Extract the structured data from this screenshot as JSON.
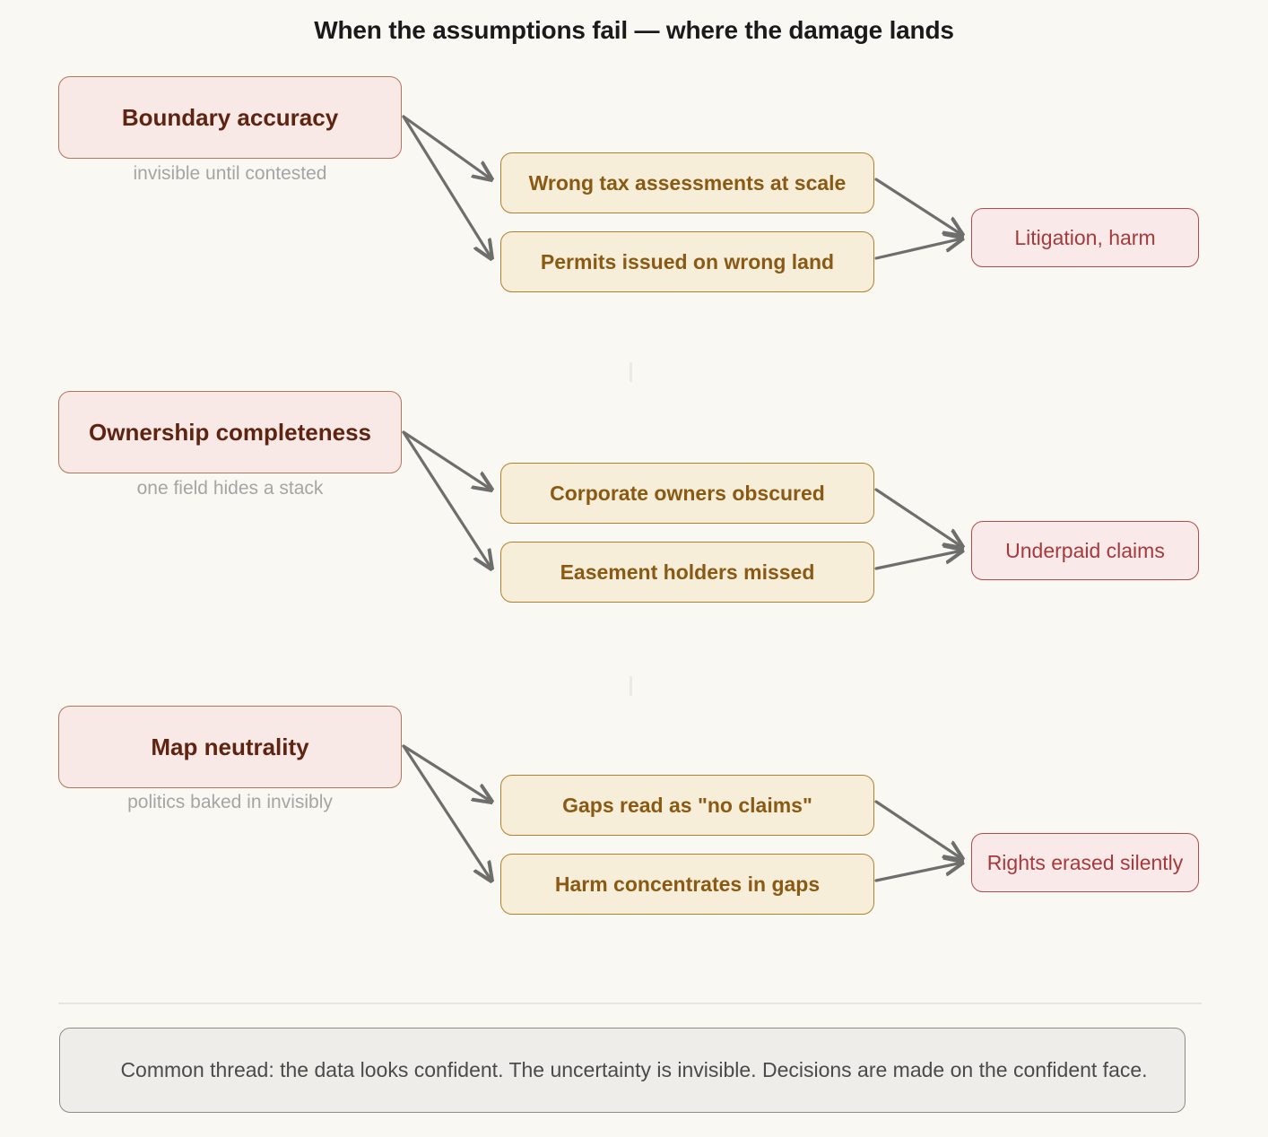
{
  "title": "When the assumptions fail — where the damage lands",
  "colors": {
    "background": "#faf8f3",
    "assumption_fill": "#f8e9e6",
    "assumption_border": "#b5735c",
    "assumption_text": "#5e2412",
    "failure_fill": "#f7eeda",
    "failure_border": "#b08030",
    "failure_text": "#8a5a14",
    "harm_fill": "#fae9e9",
    "harm_border": "#b5494c",
    "harm_text": "#a53a3c",
    "arrow": "#6e6e6c",
    "sublabel_text": "#a5a5a3",
    "footer_fill": "#eeedea",
    "footer_border": "#8b8b88",
    "footer_text": "#4a4a48"
  },
  "rows": [
    {
      "assumption": "Boundary accuracy",
      "sublabel": "invisible until contested",
      "failures": [
        "Wrong tax assessments at scale",
        "Permits issued on wrong land"
      ],
      "harm": "Litigation, harm"
    },
    {
      "assumption": "Ownership completeness",
      "sublabel": "one field hides a stack",
      "failures": [
        "Corporate owners obscured",
        "Easement holders missed"
      ],
      "harm": "Underpaid claims"
    },
    {
      "assumption": "Map neutrality",
      "sublabel": "politics baked in invisibly",
      "failures": [
        "Gaps read as \"no claims\"",
        "Harm concentrates in gaps"
      ],
      "harm": "Rights erased silently"
    }
  ],
  "footer": "Common thread: the data looks confident. The uncertainty is invisible. Decisions are made on the confident face."
}
